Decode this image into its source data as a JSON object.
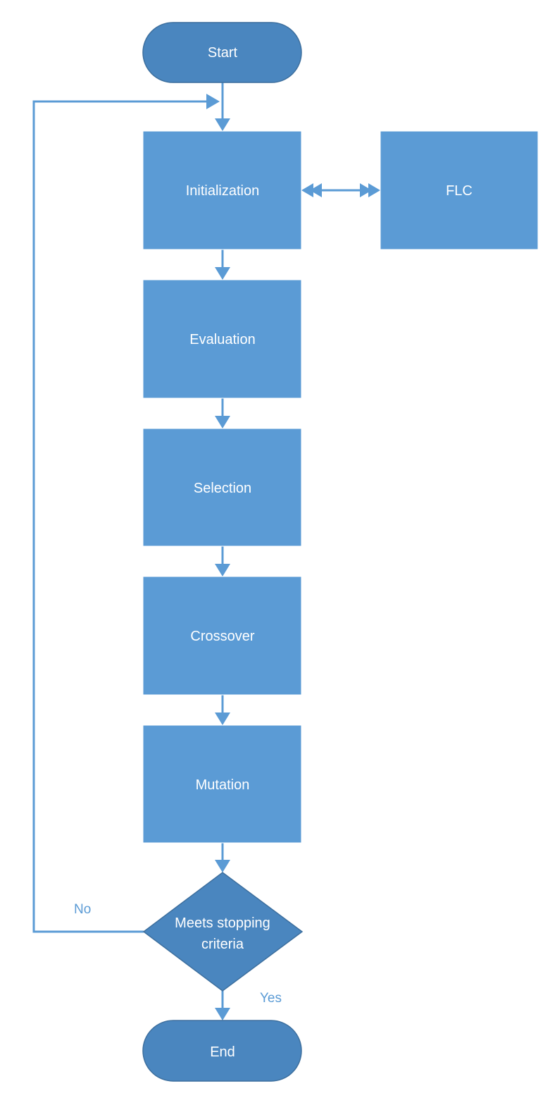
{
  "nodes": {
    "start": "Start",
    "initialization": "Initialization",
    "flc": "FLC",
    "evaluation": "Evaluation",
    "selection": "Selection",
    "crossover": "Crossover",
    "mutation": "Mutation",
    "decision_line1": "Meets stopping",
    "decision_line2": "criteria",
    "end": "End"
  },
  "edge_labels": {
    "no": "No",
    "yes": "Yes"
  },
  "colors": {
    "process_fill": "#5b9bd5",
    "terminal_fill": "#4a86bf",
    "connector": "#5b9bd5"
  }
}
